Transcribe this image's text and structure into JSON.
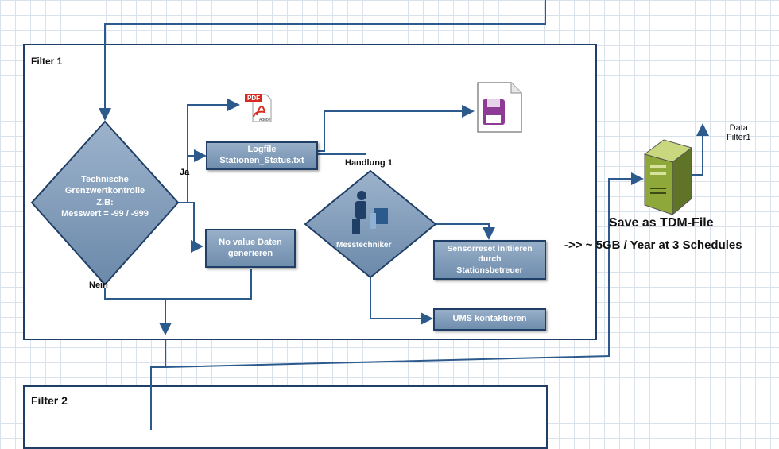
{
  "frames": {
    "filter1": "Filter 1",
    "filter2": "Filter 2"
  },
  "decision": {
    "text": "Technische\nGrenzwertkontrolle\nZ.B:\nMesswert = -99 / -999",
    "yes": "Ja",
    "no": "Nein"
  },
  "boxes": {
    "logfile": "Logfile\nStationen_Status.txt",
    "novalue": "No value Daten\ngenerieren",
    "sensor": "Sensorreset initiieren\ndurch\nStationsbetreuer",
    "ums": "UMS kontaktieren"
  },
  "handlung": {
    "title": "Handlung 1",
    "role": "Messtechniker"
  },
  "server": {
    "label": "Data\nFilter1",
    "save": "Save as TDM-File",
    "size": "->> ~ 5GB / Year at 3 Schedules"
  },
  "icons": {
    "pdf_text": "PDF",
    "pdf_sub": "Adobe"
  },
  "colors": {
    "line": "#2d5a8c",
    "box_fill": "#7d98b6",
    "border": "#1f3f66"
  }
}
